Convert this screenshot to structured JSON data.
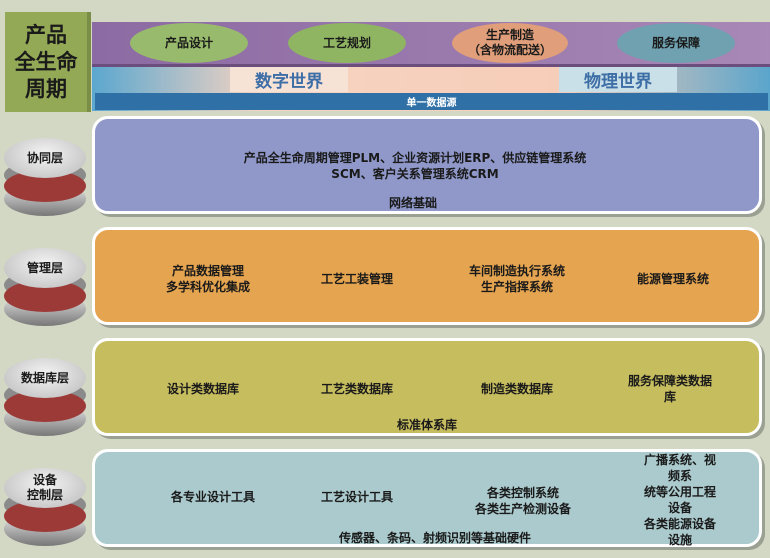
{
  "lifecycle_title": "产品\n全生命\n周期",
  "stages": [
    {
      "label": "产品设计",
      "color": "#98ba6c"
    },
    {
      "label": "工艺规划",
      "color": "#8fb462"
    },
    {
      "label": "生产制造\n（含物流配送）",
      "color": "#e09f7a"
    },
    {
      "label": "服务保障",
      "color": "#6fa1b0"
    }
  ],
  "worlds": {
    "digital": "数字世界",
    "physical": "物理世界",
    "single_source": "单一数据源"
  },
  "layers": [
    {
      "name": "协同层",
      "color": "#8f98c9",
      "items": [
        "产品全生命周期管理PLM、企业资源计划ERP、供应链管理系统SCM、客户关系管理系统CRM"
      ],
      "base": "网络基础"
    },
    {
      "name": "管理层",
      "color": "#e5a44f",
      "items": [
        "产品数据管理\n多学科优化集成",
        "工艺工装管理",
        "车间制造执行系统\n生产指挥系统",
        "能源管理系统"
      ],
      "base": ""
    },
    {
      "name": "数据库层",
      "color": "#c6bd5e",
      "items": [
        "设计类数据库",
        "工艺类数据库",
        "制造类数据库",
        "服务保障类数据库"
      ],
      "base": "标准体系库"
    },
    {
      "name": "设备\n控制层",
      "color": "#aacacd",
      "items": [
        "各专业设计工具",
        "工艺设计工具",
        "各类控制系统\n各类生产检测设备",
        "广播系统、视频系\n统等公用工程设备\n各类能源设备设施"
      ],
      "base": "传感器、条码、射频识别等基础硬件"
    }
  ]
}
